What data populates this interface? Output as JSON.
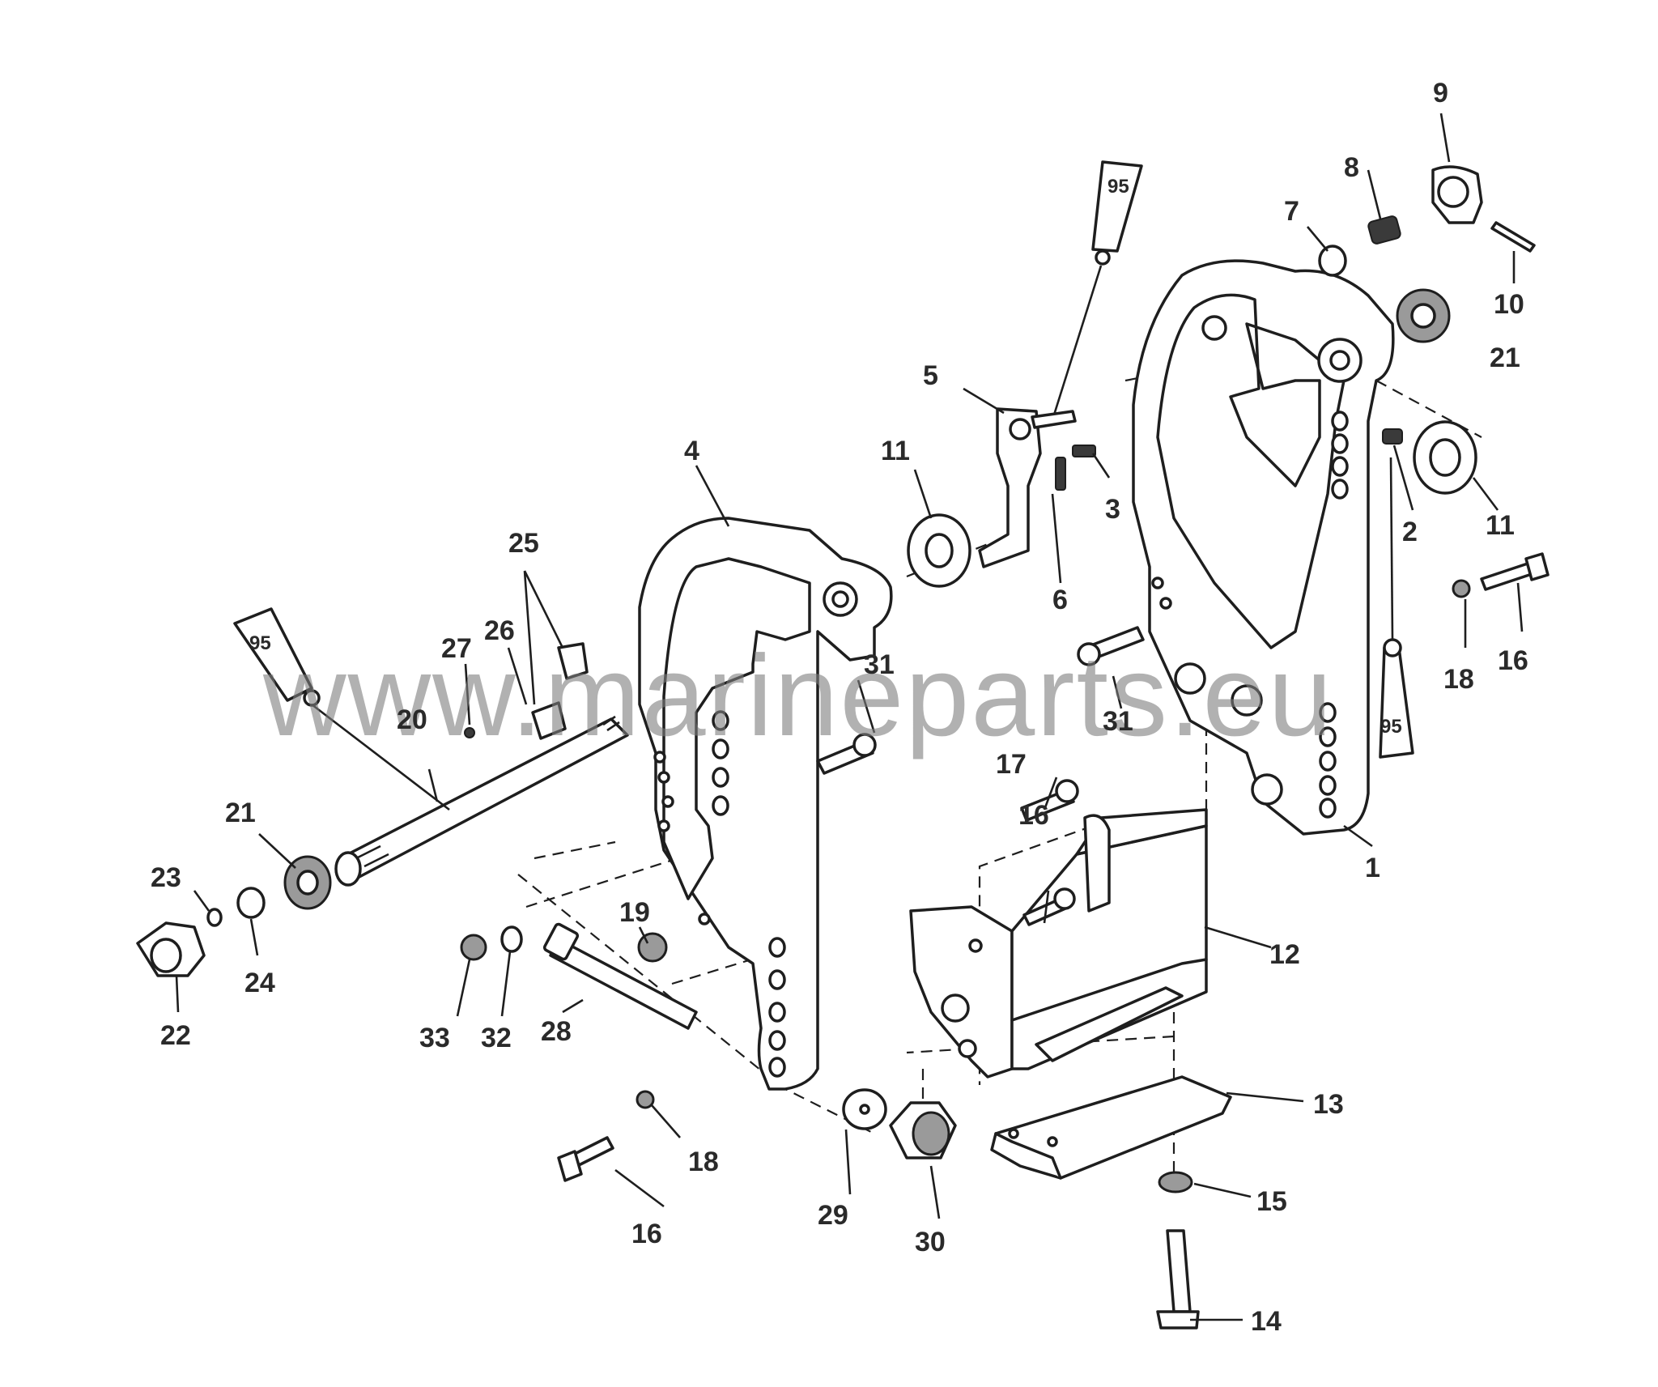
{
  "watermark": "www.marineparts.eu",
  "sealant_code": "95",
  "callouts": [
    "1",
    "2",
    "3",
    "4",
    "5",
    "6",
    "7",
    "8",
    "9",
    "10",
    "11",
    "11",
    "12",
    "13",
    "14",
    "15",
    "16",
    "16",
    "16",
    "17",
    "18",
    "18",
    "19",
    "20",
    "21",
    "21",
    "22",
    "23",
    "24",
    "25",
    "26",
    "27",
    "28",
    "29",
    "30",
    "31",
    "31",
    "32",
    "33"
  ]
}
